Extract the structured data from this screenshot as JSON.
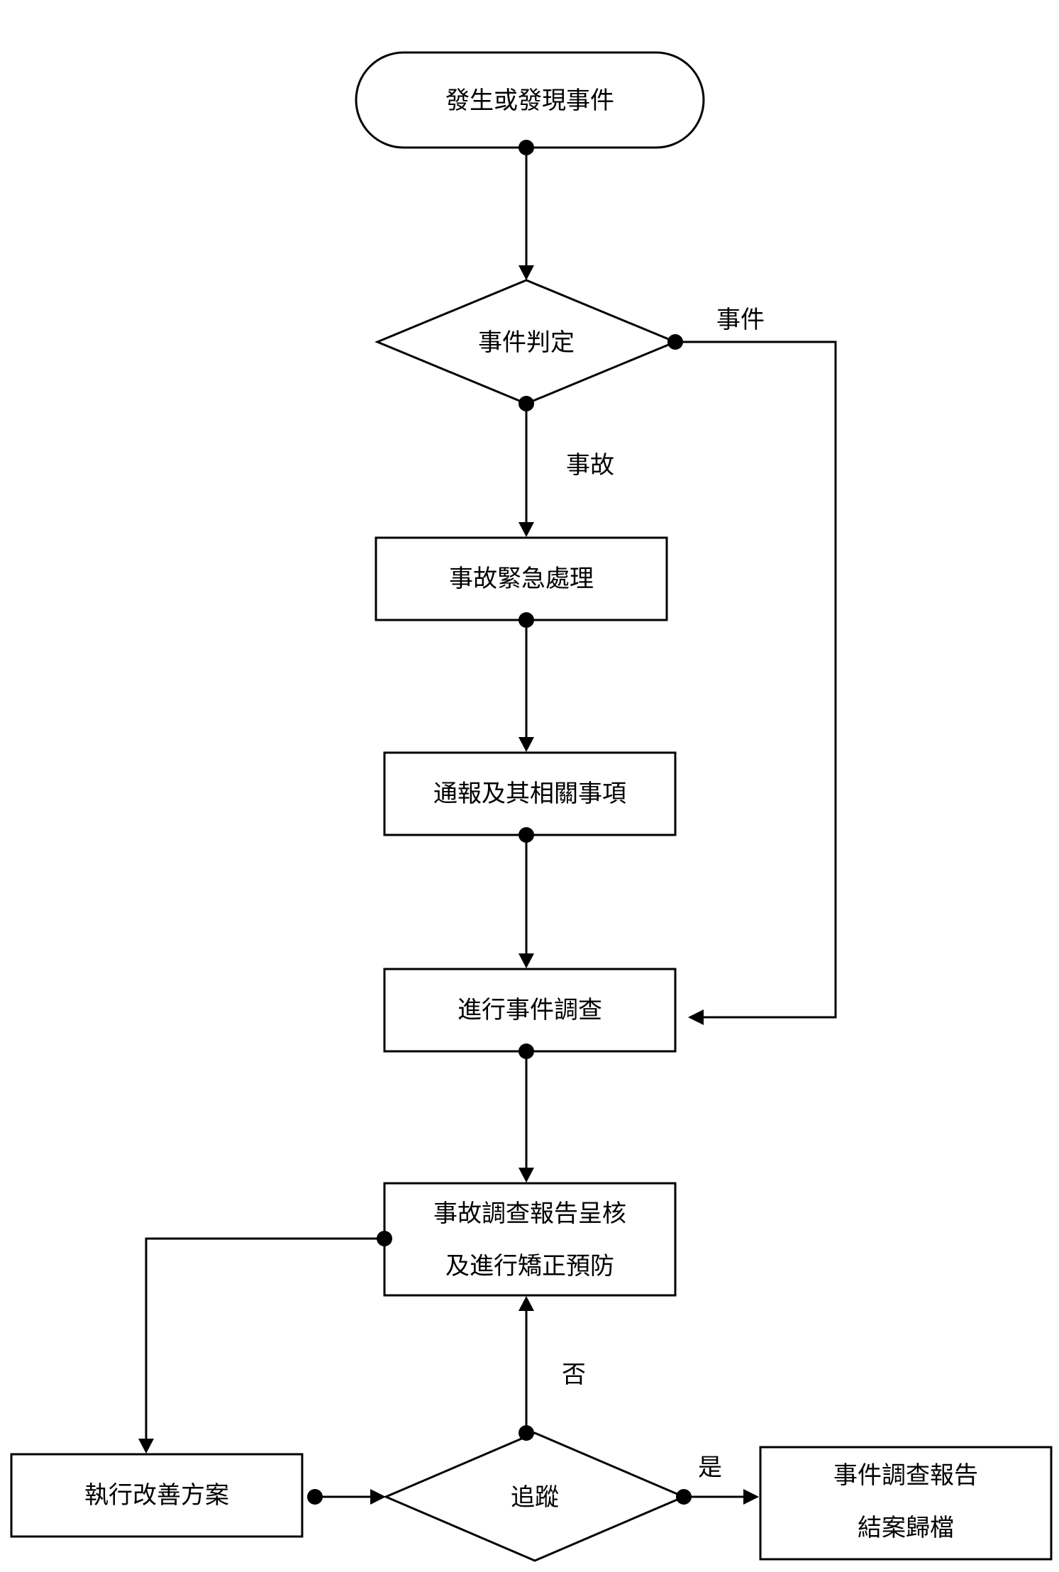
{
  "nodes": {
    "start": "發生或發現事件",
    "decision_type": "事件判定",
    "emergency": "事故緊急處理",
    "notify": "通報及其相關事項",
    "investigate": "進行事件調查",
    "report_line1": "事故調查報告呈核",
    "report_line2": "及進行矯正預防",
    "improve": "執行改善方案",
    "track": "追蹤",
    "archive_line1": "事件調查報告",
    "archive_line2": "結案歸檔"
  },
  "edges": {
    "incident": "事件",
    "accident": "事故",
    "no": "否",
    "yes": "是"
  },
  "colors": {
    "stroke": "#000000",
    "background": "#ffffff"
  }
}
